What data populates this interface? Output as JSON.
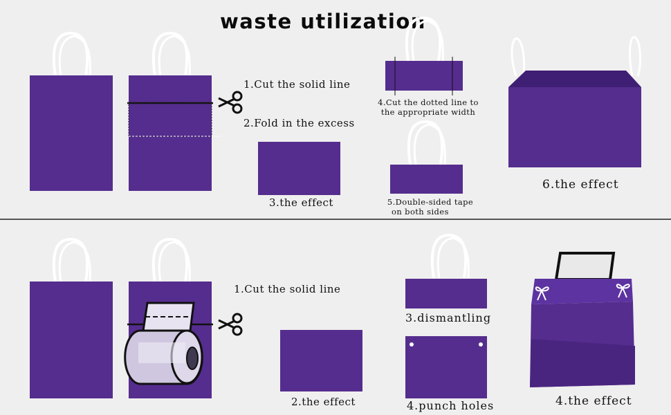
{
  "title": "waste utilization",
  "colors": {
    "bag_purple": "#552d8e",
    "bag_dark": "#3f1f73",
    "handle": "#ffffff",
    "background": "#efefef",
    "tape_roll": "#cfc6e0"
  },
  "icons": [
    "scissors-icon",
    "tape-roll-icon",
    "bow-icon",
    "punch-hole-icon"
  ],
  "top": {
    "step1": "1.Cut the solid line",
    "step2": "2.Fold in the excess",
    "step3": "3.the effect",
    "step4_line1": "4.Cut the dotted line to",
    "step4_line2": "the appropriate width",
    "step5_line1": "5.Double-sided tape",
    "step5_line2": "on both sides",
    "step6": "6.the effect"
  },
  "bottom": {
    "step1": "1.Cut the solid line",
    "step2": "2.the effect",
    "step3": "3.dismantling",
    "step4a": "4.punch holes",
    "step4b": "4.the effect"
  }
}
